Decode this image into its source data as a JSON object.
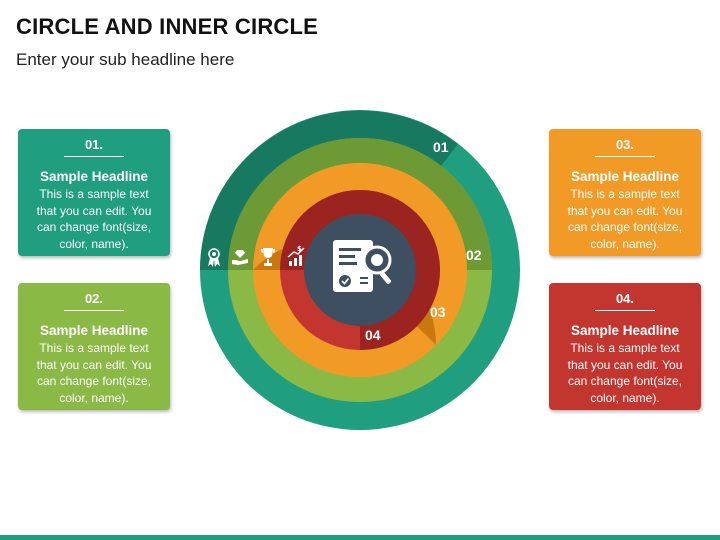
{
  "title": "CIRCLE AND INNER CIRCLE",
  "subtitle": "Enter your sub headline here",
  "colors": {
    "teal": "#1f9e80",
    "dark_teal": "#167960",
    "green": "#8ab945",
    "dark_green": "#6e9a35",
    "orange": "#f29a26",
    "dark_orange": "#c9770f",
    "red": "#c3352f",
    "dark_red": "#9b2320",
    "center": "#3d4f60"
  },
  "cards": [
    {
      "num": "01.",
      "headline": "Sample Headline",
      "text": "This is a sample text that you can edit. You can change font(size, color, name)."
    },
    {
      "num": "02.",
      "headline": "Sample Headline",
      "text": "This is a sample text that you can edit. You can change font(size, color, name)."
    },
    {
      "num": "03.",
      "headline": "Sample Headline",
      "text": "This is a sample text that you can edit. You can change font(size, color, name)."
    },
    {
      "num": "04.",
      "headline": "Sample Headline",
      "text": "This is a sample text that you can edit. You can change font(size, color, name)."
    }
  ],
  "rings": [
    {
      "label": "01",
      "icon": "award-ribbon-icon"
    },
    {
      "label": "02",
      "icon": "diamond-hand-icon"
    },
    {
      "label": "03",
      "icon": "trophy-icon"
    },
    {
      "label": "04",
      "icon": "growth-chart-icon"
    }
  ],
  "center_icon": "document-search-icon"
}
